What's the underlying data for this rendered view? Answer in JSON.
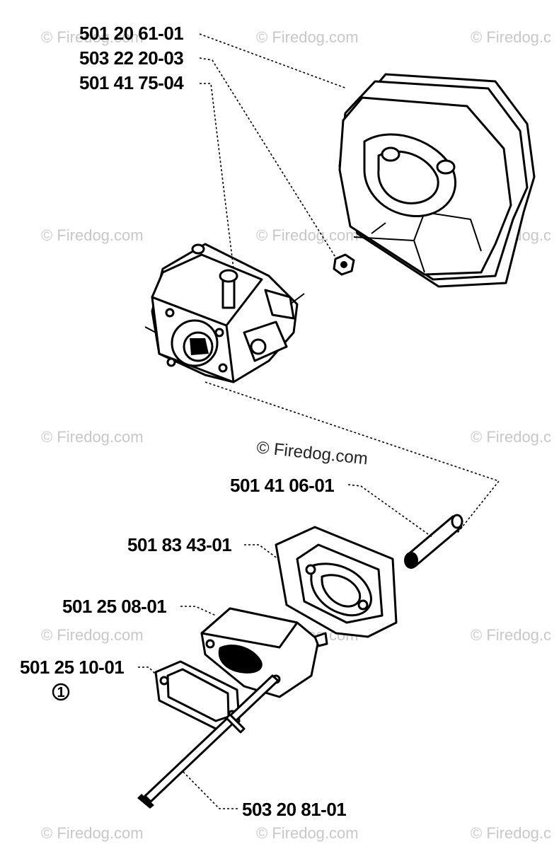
{
  "parts": [
    {
      "number": "501 20 61-01"
    },
    {
      "number": "503 22 20-03"
    },
    {
      "number": "501 41 75-04"
    },
    {
      "number": "501 41 06-01"
    },
    {
      "number": "501 83 43-01"
    },
    {
      "number": "501 25 08-01"
    },
    {
      "number": "501 25 10-01",
      "note": "1"
    },
    {
      "number": "503 20 81-01"
    }
  ],
  "watermark": {
    "text": "© Firedog.com",
    "partial_text": "© Firedog.c"
  },
  "center_watermark": "© Firedog.com"
}
